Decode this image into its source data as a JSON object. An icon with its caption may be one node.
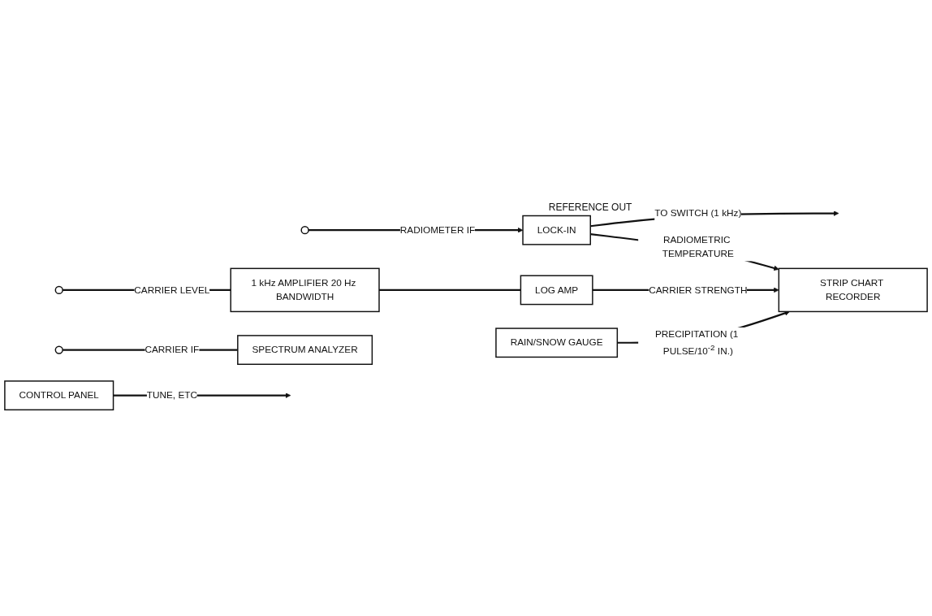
{
  "diagram": {
    "nodes": [
      {
        "text": [],
        "shape": "circle"
      },
      {
        "text": [
          "LOCK-IN"
        ],
        "beside": [
          "REFERENCE OUT"
        ]
      },
      {
        "text": [],
        "shape": "circle"
      },
      {
        "text": [
          "1 kHz AMPLIFIER 20 Hz BANDWIDTH"
        ]
      },
      {
        "text": [
          "LOG AMP"
        ]
      },
      {
        "text": [
          "STRIP CHART RECORDER"
        ]
      },
      {
        "text": [
          "RAIN/SNOW GAUGE"
        ]
      },
      {
        "text": [],
        "shape": "circle"
      },
      {
        "text": [
          "SPECTRUM ANALYZER"
        ]
      },
      {
        "text": [
          "CONTROL PANEL"
        ]
      }
    ],
    "edges": [
      {
        "from": 0,
        "to": 1,
        "arrow": "to",
        "label": "RADIOMETER IF"
      },
      {
        "from": 1,
        "to": null,
        "arrow": "to",
        "label": "TO SWITCH (1 kHz)"
      },
      {
        "from": 1,
        "to": 5,
        "arrow": "to",
        "label": "RADIOMETRIC TEMPERATURE"
      },
      {
        "from": 2,
        "to": 3,
        "arrow": "none",
        "label": "CARRIER LEVEL"
      },
      {
        "from": 3,
        "to": 4,
        "arrow": "none"
      },
      {
        "from": 4,
        "to": 5,
        "arrow": "to",
        "label": "CARRIER STRENGTH"
      },
      {
        "from": 6,
        "to": 5,
        "arrow": "to",
        "label": "PRECIPITATION (1 PULSE/10$^{-2}$ IN.)"
      },
      {
        "from": 7,
        "to": 8,
        "arrow": "none",
        "label": "CARRIER IF"
      },
      {
        "from": 9,
        "to": null,
        "arrow": "to",
        "label": "TUNE, ETC"
      }
    ]
  }
}
